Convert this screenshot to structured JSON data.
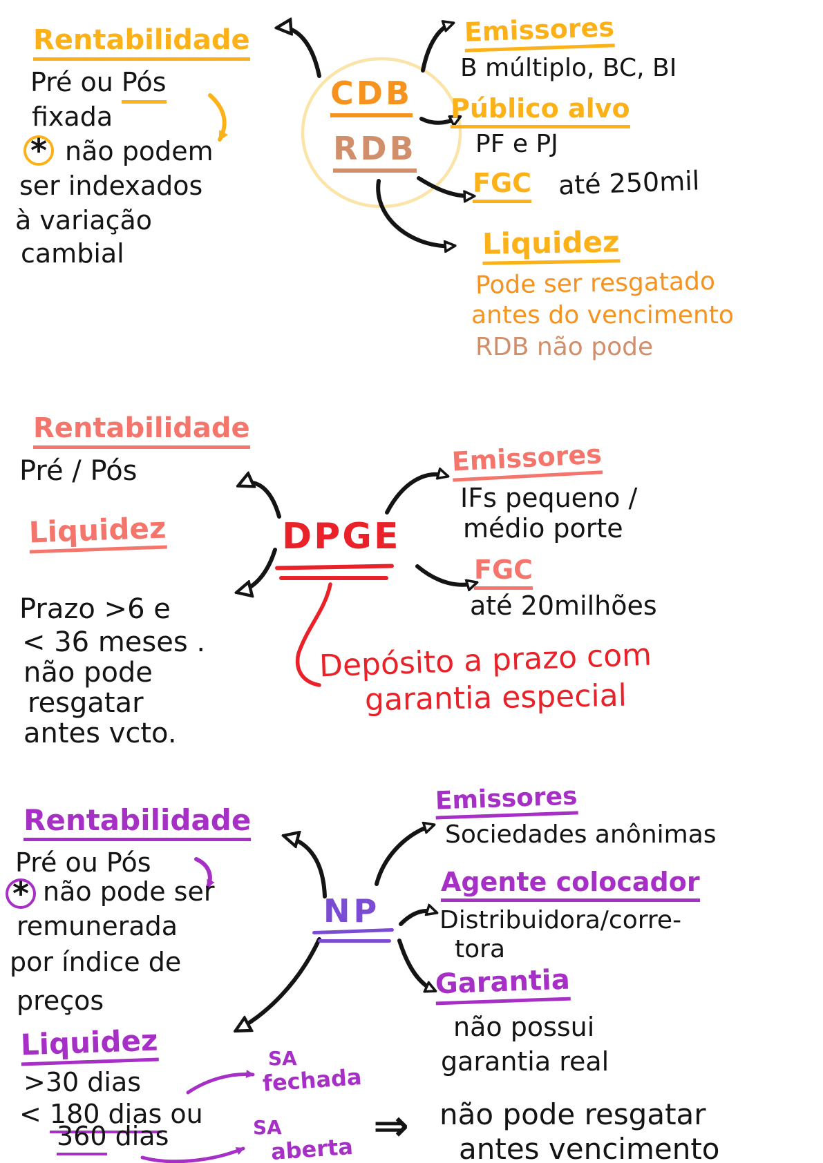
{
  "palette": {
    "yellow": "#FBB117",
    "orange": "#F6921E",
    "tan": "#D18E6B",
    "cream": "#FAE4A8",
    "coral": "#F4756B",
    "red": "#E92128",
    "purple": "#A62FC5",
    "violet": "#7A4BD3",
    "ink": "#141414",
    "background": "#FFFFFF"
  },
  "sections": {
    "cdb": {
      "node": {
        "primary": "CDB",
        "secondary": "RDB"
      },
      "rentabilidade": {
        "title": "Rentabilidade",
        "line1_pre": "Pré ou ",
        "line1_emph": "Pós",
        "line2": "fixada",
        "note_marker": "*",
        "note_line1": "não podem",
        "note_line2": "ser indexados",
        "note_line3": "à variação",
        "note_line4": "cambial"
      },
      "emissores": {
        "title": "Emissores",
        "body": "B múltiplo, BC, BI"
      },
      "publico_alvo": {
        "title": "Público alvo",
        "body": "PF e PJ"
      },
      "fgc": {
        "title": "FGC",
        "body": "até 250mil"
      },
      "liquidez": {
        "title": "Liquidez",
        "line1": "Pode ser resgatado",
        "line2": "antes do vencimento",
        "line3": "RDB não pode"
      }
    },
    "dpge": {
      "node": {
        "label": "DPGE"
      },
      "rentabilidade": {
        "title": "Rentabilidade",
        "body": "Pré / Pós"
      },
      "liquidez": {
        "title": "Liquidez",
        "line1": "Prazo >6 e",
        "line2": "< 36 meses .",
        "line3": "não pode",
        "line4": "resgatar",
        "line5": "antes vcto."
      },
      "emissores": {
        "title": "Emissores",
        "line1": "IFs pequeno /",
        "line2": "médio porte"
      },
      "fgc": {
        "title": "FGC",
        "body": "até 20milhões"
      },
      "definition": {
        "line1": "Depósito a prazo com",
        "line2": "garantia especial"
      }
    },
    "np": {
      "node": {
        "label": "NP"
      },
      "rentabilidade": {
        "title": "Rentabilidade",
        "line1": "Pré ou Pós",
        "note_marker": "*",
        "note_line1": "não pode ser",
        "note_line2": "remunerada",
        "note_line3": "por índice de",
        "note_line4": "preços"
      },
      "liquidez": {
        "title": "Liquidez",
        "line1": ">30 dias",
        "line2_pre": "< ",
        "line2_emph": "180 dias",
        "line2_post": " ou",
        "line3_emph": "360",
        "line3_post": " dias"
      },
      "sa_fechada": {
        "label_top": "SA",
        "label_bottom": "fechada"
      },
      "sa_aberta": {
        "label_top": "SA",
        "label_bottom": "aberta"
      },
      "emissores": {
        "title": "Emissores",
        "body": "Sociedades anônimas"
      },
      "agente_colocador": {
        "title": "Agente colocador",
        "line1": "Distribuidora/corre-",
        "line2": "tora"
      },
      "garantia": {
        "title": "Garantia",
        "line1": "não possui",
        "line2": "garantia real"
      },
      "conclusion": {
        "marker": "⇒",
        "line1": "não pode resgatar",
        "line2": "antes vencimento"
      }
    }
  }
}
